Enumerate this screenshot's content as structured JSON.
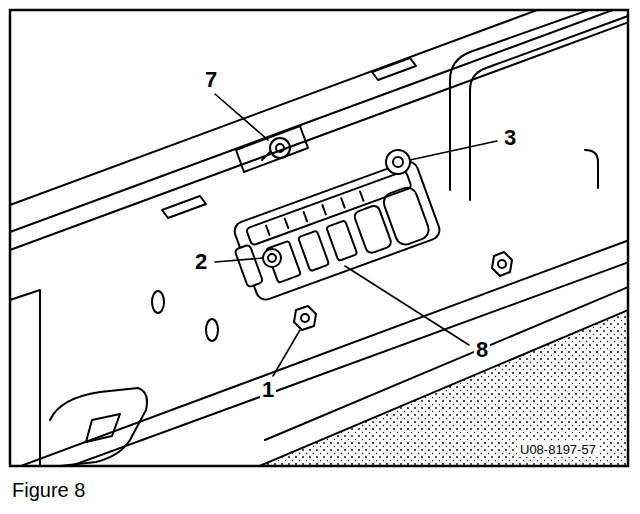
{
  "diagram": {
    "caption": "Figure 8",
    "labels": [
      "7",
      "3",
      "2",
      "8",
      "1",
      "U08-8197-57"
    ]
  }
}
